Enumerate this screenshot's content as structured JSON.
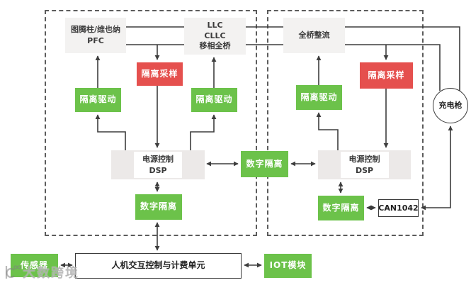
{
  "colors": {
    "green": "#6cc24a",
    "red": "#e5504e",
    "line": "#3d3d3d",
    "gray_box": "#f3f2f1",
    "dsp_box": "#ece9e8"
  },
  "stage1": {
    "pfc": "图腾柱/维也纳\nPFC",
    "bridge": "LLC\nCLLC\n移相全桥",
    "iso_sample": "隔离采样",
    "iso_drive_pfc": "隔离驱动",
    "iso_drive_bridge": "隔离驱动",
    "dsp": "电源控制\nDSP",
    "digital_iso": "数字隔离"
  },
  "stage2": {
    "rectifier": "全桥整流",
    "iso_sample": "隔离采样",
    "iso_drive": "隔离驱动",
    "dsp": "电源控制\nDSP",
    "digital_iso": "数字隔离",
    "can_transceiver": "CAN1042"
  },
  "interlink": {
    "digital_iso": "数字隔离"
  },
  "peripherals": {
    "charging_gun": "充电枪",
    "sensor": "传感器",
    "hmi_unit": "人机交互控制与计费单元",
    "iot_module": "IOT模块"
  },
  "watermark": {
    "text": "大数跨境"
  }
}
